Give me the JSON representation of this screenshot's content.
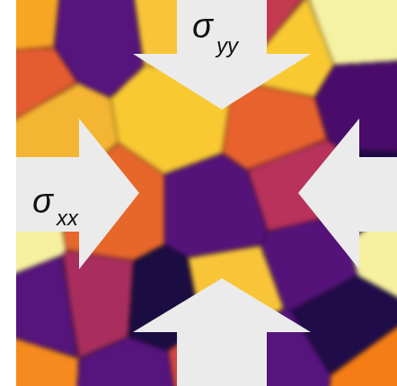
{
  "diagram": {
    "labels": [
      "σ",
      "yy",
      "σ",
      "xx"
    ]
  }
}
